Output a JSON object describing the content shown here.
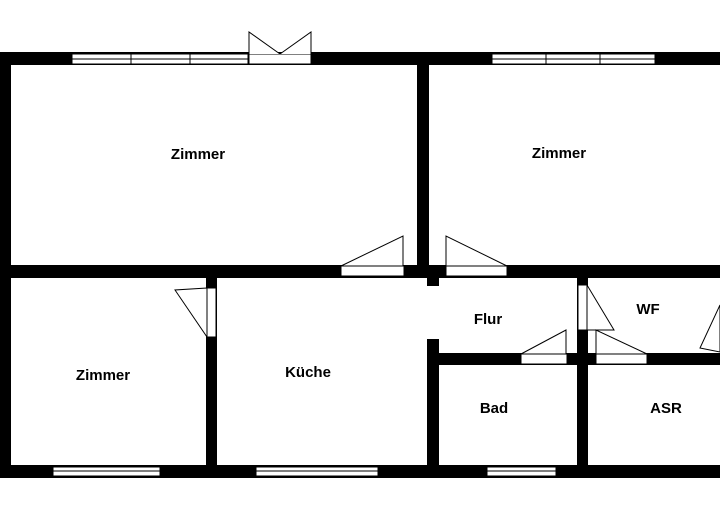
{
  "rooms": {
    "zimmer_top_left": "Zimmer",
    "zimmer_top_right": "Zimmer",
    "zimmer_bottom_left": "Zimmer",
    "kueche": "Küche",
    "flur": "Flur",
    "wf": "WF",
    "bad": "Bad",
    "asr": "ASR"
  }
}
